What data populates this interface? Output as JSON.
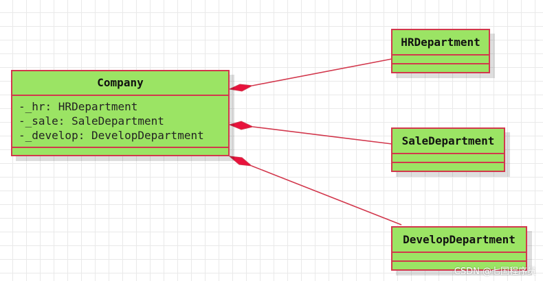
{
  "diagram": {
    "classes": {
      "company": {
        "name": "Company",
        "attributes": [
          "-_hr: HRDepartment",
          "-_sale: SaleDepartment",
          "-_develop: DevelopDepartment"
        ]
      },
      "hr": {
        "name": "HRDepartment"
      },
      "sale": {
        "name": "SaleDepartment"
      },
      "develop": {
        "name": "DevelopDepartment"
      }
    },
    "relationships": [
      {
        "from": "Company",
        "to": "HRDepartment",
        "type": "composition"
      },
      {
        "from": "Company",
        "to": "SaleDepartment",
        "type": "composition"
      },
      {
        "from": "Company",
        "to": "DevelopDepartment",
        "type": "composition"
      }
    ]
  },
  "colors": {
    "class_fill": "#9be464",
    "class_border": "#d2374c",
    "connector": "#d2374c",
    "grid": "#e9e9e9"
  },
  "watermark": "CSDN @七国程序员"
}
